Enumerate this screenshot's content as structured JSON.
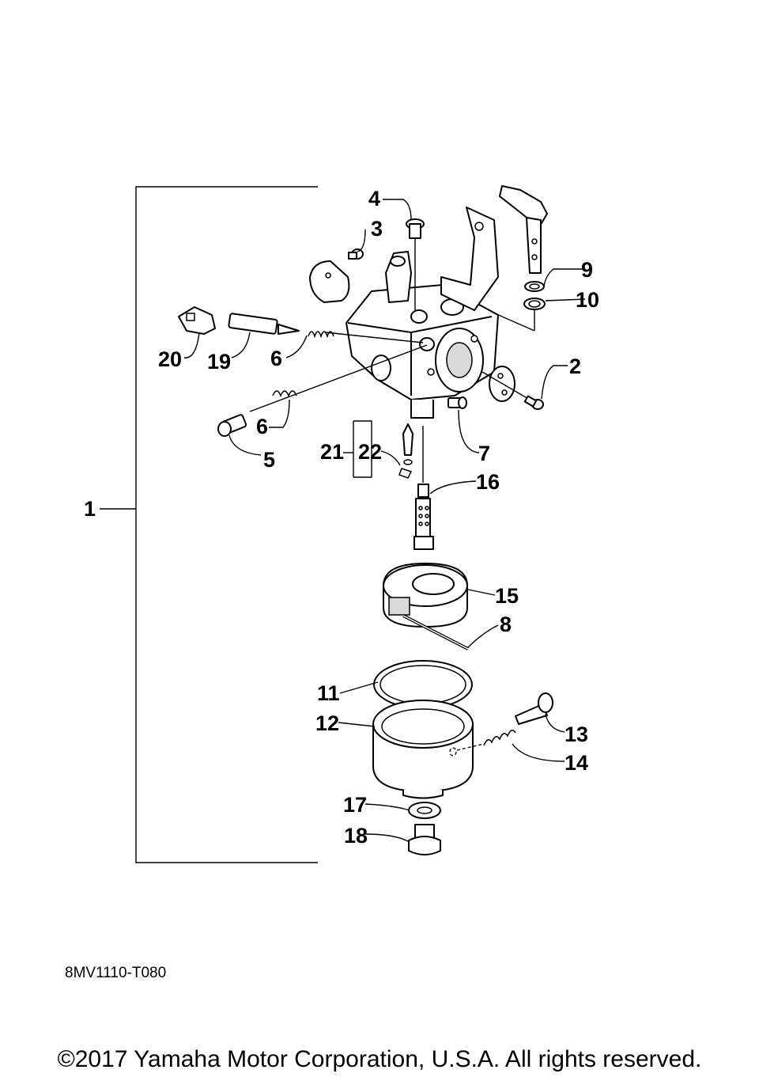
{
  "diagram": {
    "code": "8MV1110-T080",
    "copyright": "©2017 Yamaha Motor Corporation, U.S.A. All rights reserved."
  },
  "callouts": {
    "c1": "1",
    "c2": "2",
    "c3": "3",
    "c4": "4",
    "c5": "5",
    "c6a": "6",
    "c6b": "6",
    "c7": "7",
    "c8": "8",
    "c9": "9",
    "c10": "10",
    "c11": "11",
    "c12": "12",
    "c13": "13",
    "c14": "14",
    "c15": "15",
    "c16": "16",
    "c17": "17",
    "c18": "18",
    "c19": "19",
    "c20": "20",
    "c21": "21",
    "c22": "22"
  }
}
